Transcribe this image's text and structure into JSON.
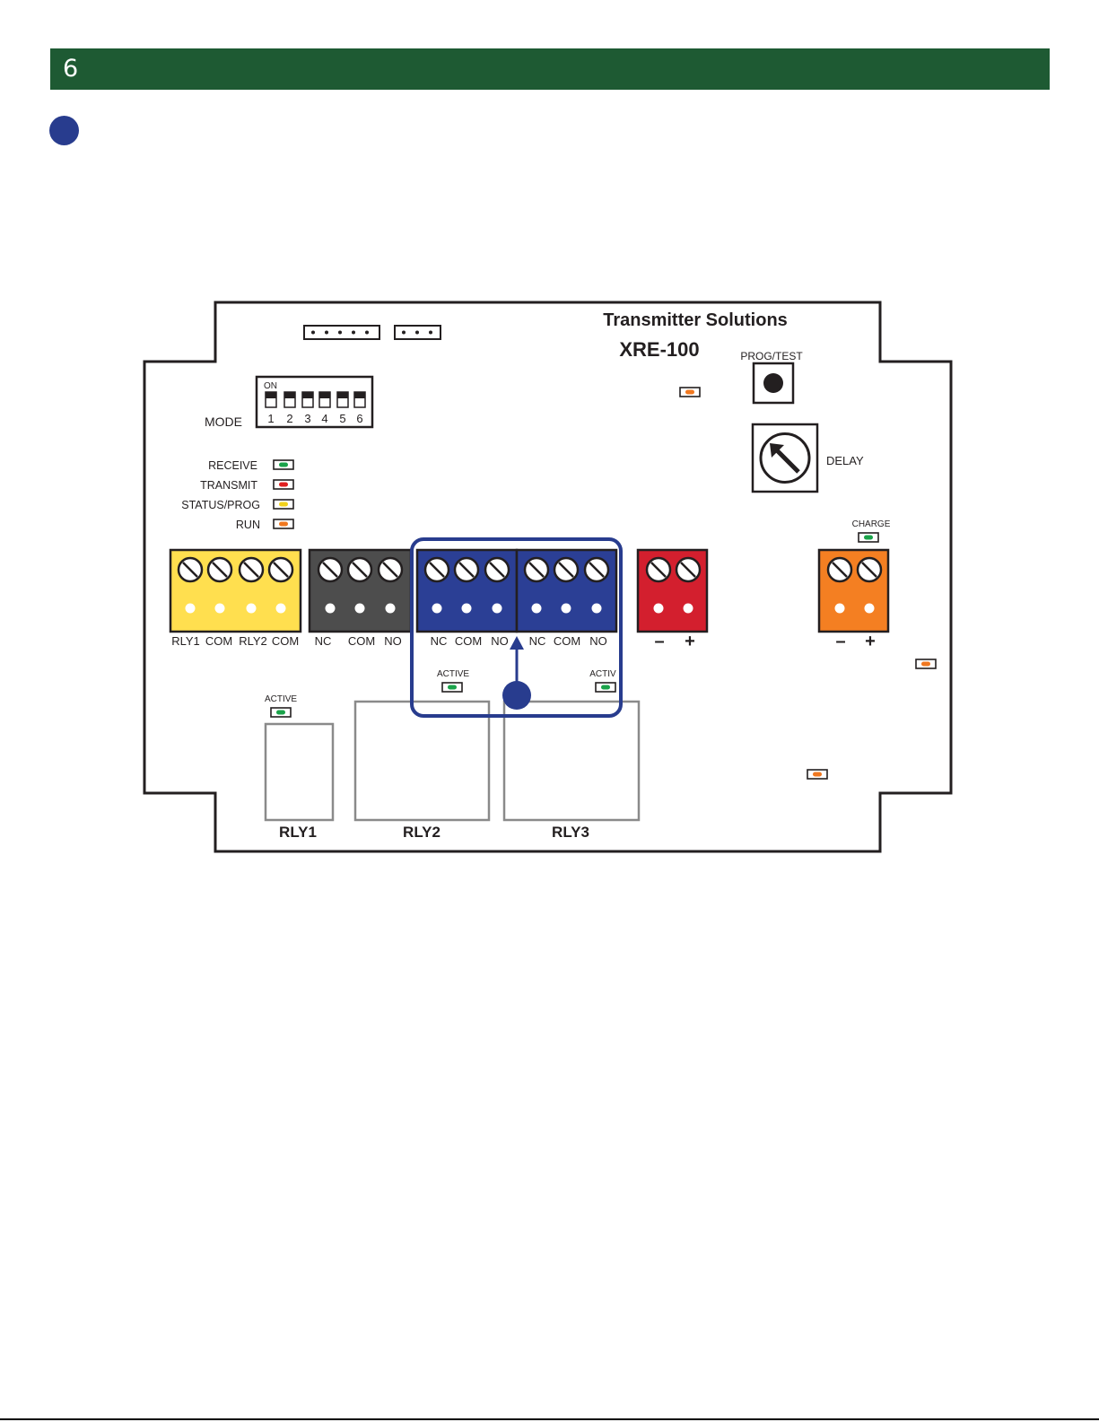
{
  "header": {
    "section_number": "6",
    "bar_color": "#1e5a33"
  },
  "callout_color": "#283c8e",
  "board": {
    "brand": "Transmitter Solutions",
    "model": "XRE-100",
    "prog_test_label": "PROG/TEST",
    "delay_label": "DELAY",
    "mode_label": "MODE",
    "dip_on_label": "ON",
    "dip_numbers": [
      "1",
      "2",
      "3",
      "4",
      "5",
      "6"
    ],
    "status_leds": [
      {
        "label": "RECEIVE",
        "color": "#1aa34a"
      },
      {
        "label": "TRANSMIT",
        "color": "#e02020"
      },
      {
        "label": "STATUS/PROG",
        "color": "#f2d21b"
      },
      {
        "label": "RUN",
        "color": "#f07820"
      }
    ],
    "charge_label": "CHARGE",
    "active_label": "ACTIVE",
    "active_label_cut": "ACTIV",
    "terminal_blocks": [
      {
        "name": "yellow-terminal-block",
        "color": "#ffdf4f",
        "labels": [
          "RLY1",
          "COM",
          "RLY2",
          "COM"
        ]
      },
      {
        "name": "gray-terminal-block",
        "color": "#4d4d4d",
        "labels": [
          "NC",
          "COM",
          "NO"
        ]
      },
      {
        "name": "blue-terminal-block-rly2",
        "color": "#2b3f95",
        "labels": [
          "NC",
          "COM",
          "NO"
        ]
      },
      {
        "name": "blue-terminal-block-rly3",
        "color": "#2b3f95",
        "labels": [
          "NC",
          "COM",
          "NO"
        ]
      },
      {
        "name": "red-terminal-block",
        "color": "#d31f2e",
        "labels": [
          "–",
          "+"
        ]
      },
      {
        "name": "orange-terminal-block",
        "color": "#f47f22",
        "labels": [
          "–",
          "+"
        ]
      }
    ],
    "relays": [
      "RLY1",
      "RLY2",
      "RLY3"
    ],
    "led_colors": {
      "green": "#1aa34a",
      "orange": "#f07820"
    }
  }
}
